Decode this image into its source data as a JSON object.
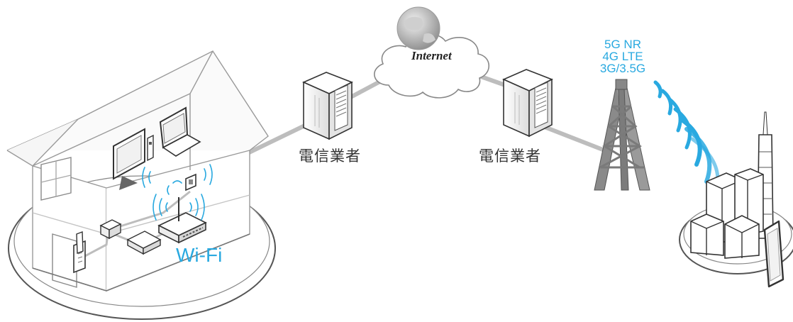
{
  "labels": {
    "internet": "Internet",
    "carrier_left": "電信業者",
    "carrier_right": "電信業者",
    "tower_lines": [
      "5G NR",
      "4G LTE",
      "3G/3.5G"
    ],
    "wifi": "Wi-Fi"
  },
  "colors": {
    "accent": "#29a9e0",
    "line": "#9a9a9a",
    "cable": "#bdbdbd",
    "text": "#333333"
  },
  "icons": [
    "house-icon",
    "tv-icon",
    "desktop-tower-icon",
    "laptop-icon",
    "router-icon",
    "modem-icon",
    "phone-icon",
    "wall-socket-icon",
    "server-icon",
    "globe-icon",
    "cloud-icon",
    "cell-tower-icon",
    "city-icon",
    "smartphone-icon",
    "signal-waves-icon"
  ]
}
